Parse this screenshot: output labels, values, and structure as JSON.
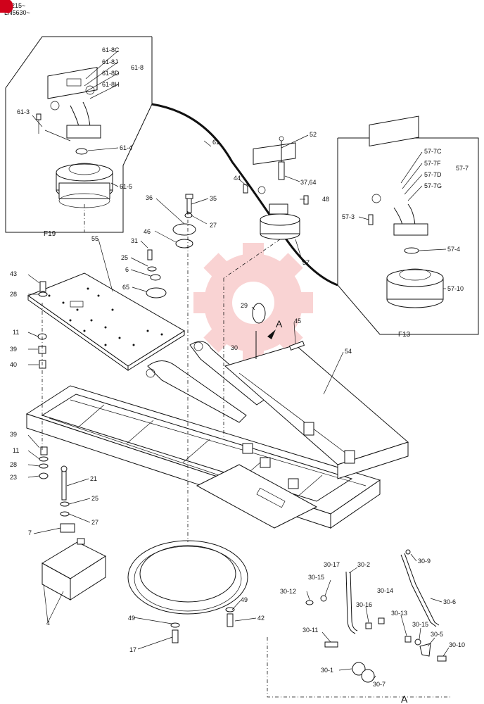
{
  "header": {
    "line1": "50215~",
    "line2": "LN5630~"
  },
  "colors": {
    "ink": "#111111",
    "watermark": "#f2a0a0",
    "badge": "#d0021b"
  },
  "inset_views": {
    "f19": "F19",
    "f13": "F13"
  },
  "view_marks": {
    "arrow": "A",
    "bottom": "A"
  },
  "callouts": {
    "c61_8C": "61-8C",
    "c61_8J": "61-8J",
    "c61_8D": "61-8D",
    "c61_8H": "61-8H",
    "c61_8": "61-8",
    "c61_3": "61-3",
    "c61_4": "61-4",
    "c61_5": "61-5",
    "c61": "61",
    "c52": "52",
    "c44": "44",
    "c37_64": "37,64",
    "c48": "48",
    "c57": "57",
    "c57_7C": "57-7C",
    "c57_7F": "57-7F",
    "c57_7D": "57-7D",
    "c57_7G": "57-7G",
    "c57_7": "57-7",
    "c57_3": "57-3",
    "c57_4": "57-4",
    "c57_10": "57-10",
    "c36": "36",
    "c35": "35",
    "c27a": "27",
    "c46": "46",
    "c31": "31",
    "c25a": "25",
    "c6": "6",
    "c65": "65",
    "c55": "55",
    "c43": "43",
    "c28a": "28",
    "c11a": "11",
    "c39a": "39",
    "c40": "40",
    "c29": "29",
    "c45": "45",
    "c30": "30",
    "c54": "54",
    "c39b": "39",
    "c11b": "11",
    "c28b": "28",
    "c23": "23",
    "c21": "21",
    "c25b": "25",
    "c27b": "27",
    "c7": "7",
    "c4": "4",
    "c49a": "49",
    "c49b": "49",
    "c42": "42",
    "c17": "17",
    "c30_9": "30-9",
    "c30_2": "30-2",
    "c30_17": "30-17",
    "c30_15a": "30-15",
    "c30_14": "30-14",
    "c30_6": "30-6",
    "c30_12": "30-12",
    "c30_16": "30-16",
    "c30_13": "30-13",
    "c30_15b": "30-15",
    "c30_5": "30-5",
    "c30_11": "30-11",
    "c30_10": "30-10",
    "c30_1": "30-1",
    "c30_7": "30-7"
  }
}
